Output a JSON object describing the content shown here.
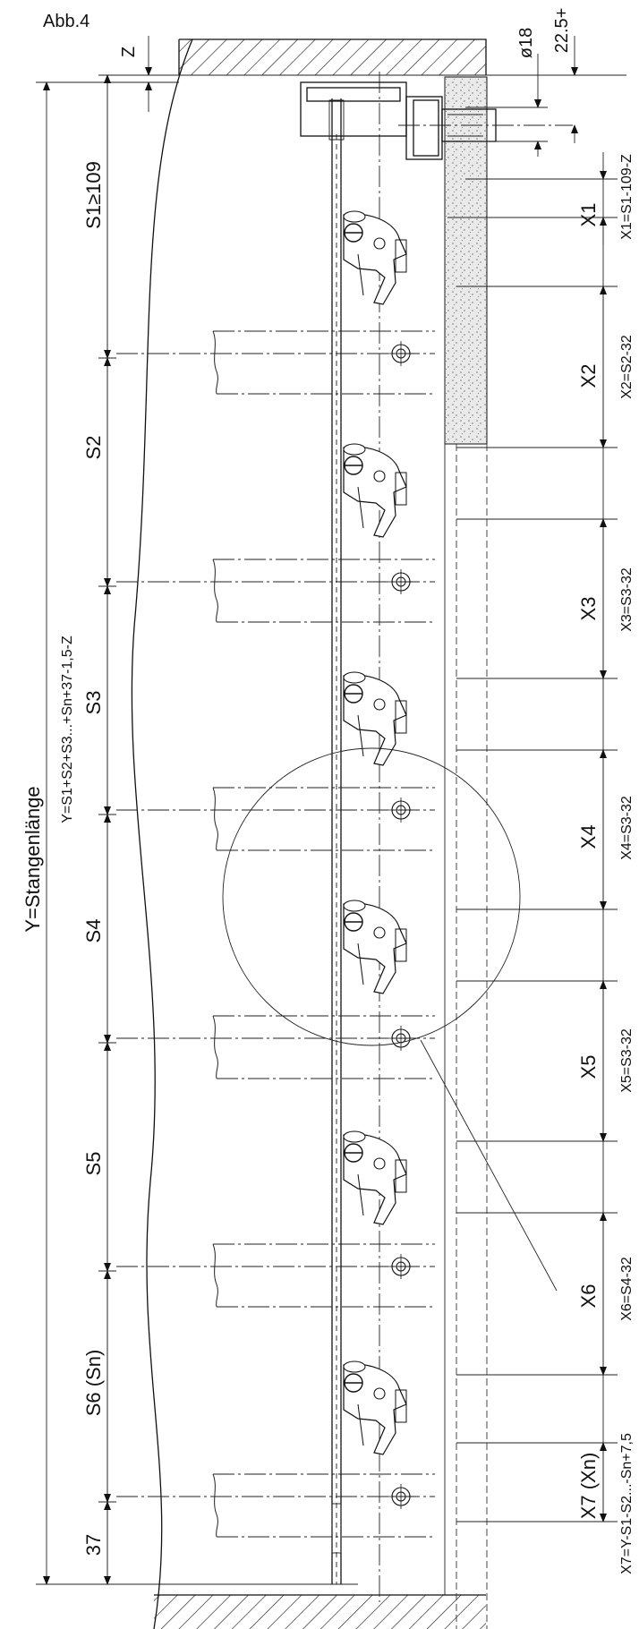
{
  "figure": {
    "label": "Abb.4",
    "total_length_label": "Y=Stangenlänge",
    "formula_y": "Y=S1+S2+S3...+Sn+37-1,5-Z",
    "dim_z": "Z",
    "dim_d18": "ø18",
    "dim_225": "22.5+",
    "dim_s1": "S1≥109",
    "dim_s2": "S2",
    "dim_s3": "S3",
    "dim_s4": "S4",
    "dim_s5": "S5",
    "dim_s6": "S6 (Sn)",
    "dim_37": "37",
    "dim_x1": "X1",
    "dim_x2": "X2",
    "dim_x3": "X3",
    "dim_x4": "X4",
    "dim_x5": "X5",
    "dim_x6": "X6",
    "dim_x7": "X7 (Xn)",
    "f_x1": "X1=S1-109-Z",
    "f_x2": "X2=S2-32",
    "f_x3": "X3=S3-32",
    "f_x4": "X4=S3-32",
    "f_x5": "X5=S3-32",
    "f_x6": "X6=S4-32",
    "f_x7": "X7=Y-S1-S2...-Sn+7,5"
  }
}
